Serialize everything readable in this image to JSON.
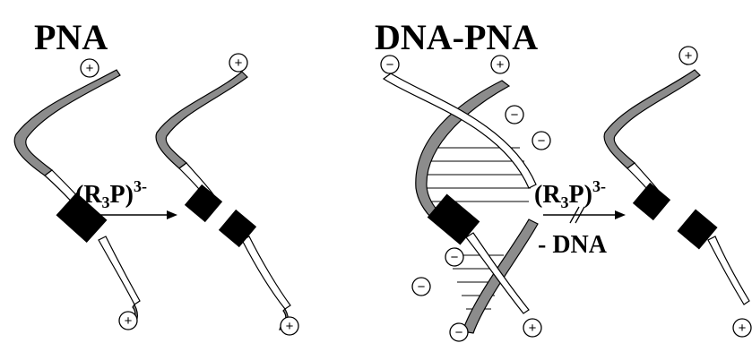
{
  "labels": {
    "pna_title": "PNA",
    "dna_pna_title": "DNA-PNA",
    "reagent_left": "(R",
    "reagent_left_sub": "3",
    "reagent_left_p": "P)",
    "reagent_left_sup": "3-",
    "reagent_right": "(R",
    "reagent_right_sub": "3",
    "reagent_right_p": "P)",
    "reagent_right_sup": "3-",
    "minus_dna": "- DNA"
  },
  "charges": {
    "plus": "+",
    "minus": "−"
  },
  "icons": {
    "plus_charge": "plus-charge-icon",
    "minus_charge": "minus-charge-icon"
  }
}
